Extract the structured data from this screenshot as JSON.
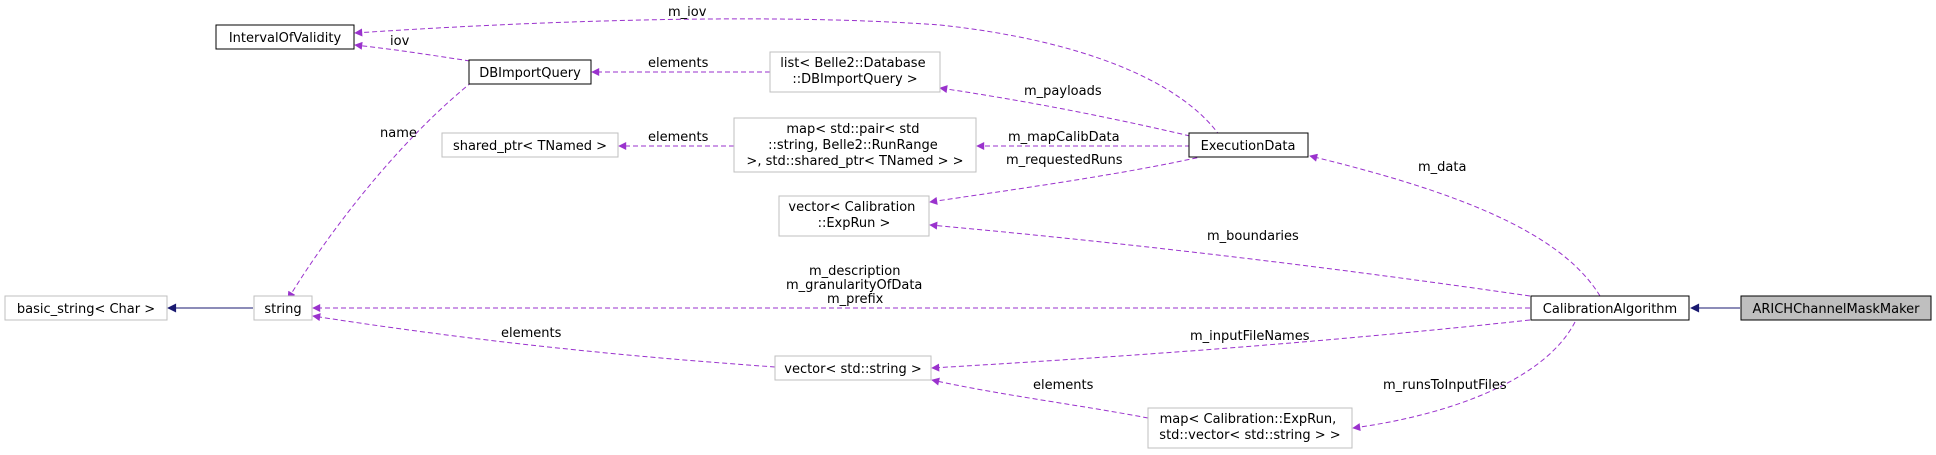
{
  "nodes": {
    "interval_of_validity": "IntervalOfValidity",
    "db_import_query": "DBImportQuery",
    "list_db_import_query": [
      "list< Belle2::Database",
      "::DBImportQuery >"
    ],
    "shared_ptr_tnamed": "shared_ptr< TNamed >",
    "map_pair_string_runrange": [
      "map< std::pair< std",
      "::string, Belle2::RunRange",
      " >, std::shared_ptr< TNamed > >"
    ],
    "execution_data": "ExecutionData",
    "vector_exprun": [
      "vector< Calibration",
      "::ExpRun >"
    ],
    "basic_string_char": "basic_string< Char >",
    "string": "string",
    "calibration_algorithm": "CalibrationAlgorithm",
    "arich_channel_mask_maker": "ARICHChannelMaskMaker",
    "vector_std_string": "vector< std::string >",
    "map_exprun_vector_string": [
      "map< Calibration::ExpRun,",
      "std::vector< std::string > >"
    ]
  },
  "edge_labels": {
    "m_iov": "m_iov",
    "iov": "iov",
    "elements_list": "elements",
    "m_payloads": "m_payloads",
    "name": "name",
    "elements_map": "elements",
    "m_mapCalibData": "m_mapCalibData",
    "m_requestedRuns": "m_requestedRuns",
    "m_data": "m_data",
    "m_boundaries": "m_boundaries",
    "m_string_members": [
      "m_description",
      "m_granularityOfData",
      "m_prefix"
    ],
    "elements_vector": "elements",
    "m_inputFileNames": "m_inputFileNames",
    "elements_vector_map": "elements",
    "m_runsToInputFiles": "m_runsToInputFiles"
  },
  "colors": {
    "usage_edge": "#9a32cd",
    "inheritance_edge": "#191970",
    "focus_node": "#bfbfbf"
  }
}
